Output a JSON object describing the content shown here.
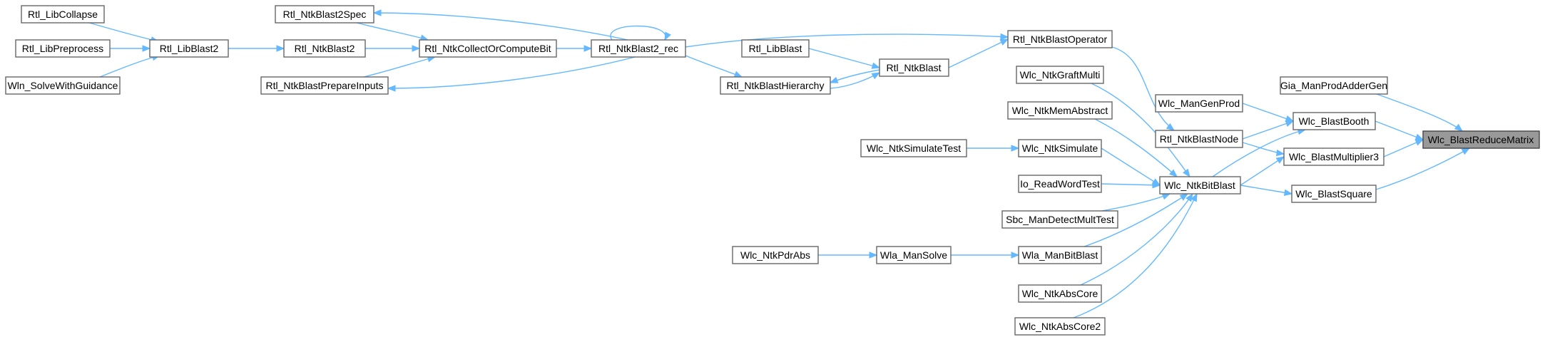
{
  "graph": {
    "nodes": [
      {
        "id": "n1",
        "label": "Wlc_BlastReduceMatrix",
        "highlighted": true
      },
      {
        "id": "n2",
        "label": "Gia_ManProdAdderGen"
      },
      {
        "id": "n3",
        "label": "Wlc_BlastBooth"
      },
      {
        "id": "n4",
        "label": "Wlc_BlastMultiplier3"
      },
      {
        "id": "n5",
        "label": "Wlc_BlastSquare"
      },
      {
        "id": "n6",
        "label": "Wlc_ManGenProd"
      },
      {
        "id": "n7",
        "label": "Wlc_NtkBitBlast"
      },
      {
        "id": "n8",
        "label": "Rtl_NtkBlastNode"
      },
      {
        "id": "n9",
        "label": "Rtl_NtkBlastOperator"
      },
      {
        "id": "n10",
        "label": "Wlc_NtkGraftMulti"
      },
      {
        "id": "n11",
        "label": "Wlc_NtkMemAbstract"
      },
      {
        "id": "n12",
        "label": "Wlc_NtkSimulate"
      },
      {
        "id": "n13",
        "label": "Io_ReadWordTest"
      },
      {
        "id": "n14",
        "label": "Sbc_ManDetectMultTest"
      },
      {
        "id": "n15",
        "label": "Wla_ManBitBlast"
      },
      {
        "id": "n16",
        "label": "Wlc_NtkAbsCore"
      },
      {
        "id": "n17",
        "label": "Wlc_NtkAbsCore2"
      },
      {
        "id": "n18",
        "label": "Rtl_NtkBlast"
      },
      {
        "id": "n19",
        "label": "Rtl_LibBlast"
      },
      {
        "id": "n20",
        "label": "Rtl_NtkBlastHierarchy"
      },
      {
        "id": "n21",
        "label": "Rtl_NtkBlast2_rec"
      },
      {
        "id": "n22",
        "label": "Rtl_NtkBlast2Spec"
      },
      {
        "id": "n23",
        "label": "Rtl_NtkCollectOrComputeBit"
      },
      {
        "id": "n24",
        "label": "Rtl_NtkBlastPrepareInputs"
      },
      {
        "id": "n25",
        "label": "Rtl_NtkBlast2"
      },
      {
        "id": "n26",
        "label": "Rtl_LibBlast2"
      },
      {
        "id": "n27",
        "label": "Rtl_LibCollapse"
      },
      {
        "id": "n28",
        "label": "Rtl_LibPreprocess"
      },
      {
        "id": "n29",
        "label": "Wln_SolveWithGuidance"
      },
      {
        "id": "n30",
        "label": "Wlc_NtkSimulateTest"
      },
      {
        "id": "n31",
        "label": "Wla_ManSolve"
      },
      {
        "id": "n32",
        "label": "Wlc_NtkPdrAbs"
      }
    ],
    "edges": [
      {
        "from": "n2",
        "to": "n1"
      },
      {
        "from": "n3",
        "to": "n1"
      },
      {
        "from": "n4",
        "to": "n1"
      },
      {
        "from": "n5",
        "to": "n1"
      },
      {
        "from": "n6",
        "to": "n3"
      },
      {
        "from": "n7",
        "to": "n3"
      },
      {
        "from": "n8",
        "to": "n3"
      },
      {
        "from": "n7",
        "to": "n4"
      },
      {
        "from": "n8",
        "to": "n4"
      },
      {
        "from": "n7",
        "to": "n5"
      },
      {
        "from": "n9",
        "to": "n8"
      },
      {
        "from": "n10",
        "to": "n7"
      },
      {
        "from": "n11",
        "to": "n7"
      },
      {
        "from": "n12",
        "to": "n7"
      },
      {
        "from": "n13",
        "to": "n7"
      },
      {
        "from": "n14",
        "to": "n7"
      },
      {
        "from": "n15",
        "to": "n7"
      },
      {
        "from": "n16",
        "to": "n7"
      },
      {
        "from": "n17",
        "to": "n7"
      },
      {
        "from": "n18",
        "to": "n9"
      },
      {
        "from": "n21",
        "to": "n9"
      },
      {
        "from": "n19",
        "to": "n18"
      },
      {
        "from": "n20",
        "to": "n18"
      },
      {
        "from": "n18",
        "to": "n20"
      },
      {
        "from": "n21",
        "to": "n20"
      },
      {
        "from": "n21",
        "to": "n21"
      },
      {
        "from": "n23",
        "to": "n21"
      },
      {
        "from": "n21",
        "to": "n22"
      },
      {
        "from": "n21",
        "to": "n24"
      },
      {
        "from": "n22",
        "to": "n23"
      },
      {
        "from": "n24",
        "to": "n23"
      },
      {
        "from": "n25",
        "to": "n23"
      },
      {
        "from": "n26",
        "to": "n25"
      },
      {
        "from": "n27",
        "to": "n26"
      },
      {
        "from": "n28",
        "to": "n26"
      },
      {
        "from": "n29",
        "to": "n26"
      },
      {
        "from": "n30",
        "to": "n12"
      },
      {
        "from": "n31",
        "to": "n15"
      },
      {
        "from": "n32",
        "to": "n31"
      }
    ]
  }
}
